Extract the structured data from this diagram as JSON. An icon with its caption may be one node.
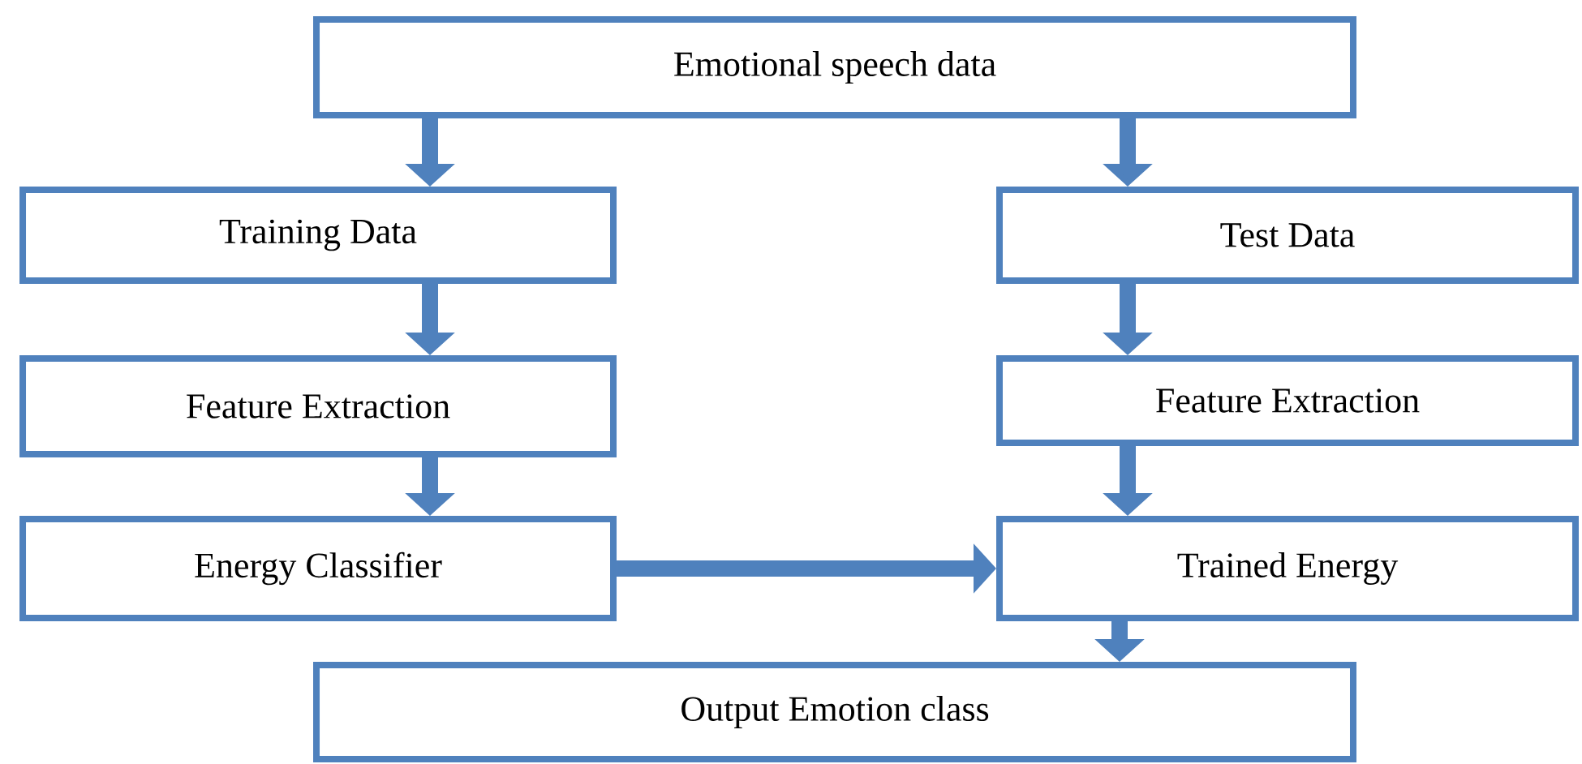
{
  "diagram": {
    "nodes": [
      {
        "text": [
          "Emotional speech data"
        ]
      },
      {
        "text": [
          "Training Data"
        ]
      },
      {
        "text": [
          "Test Data"
        ]
      },
      {
        "text": [
          "Feature Extraction"
        ]
      },
      {
        "text": [
          "Feature Extraction"
        ]
      },
      {
        "text": [
          "Energy Classifier"
        ]
      },
      {
        "text": [
          "Trained Energy"
        ]
      },
      {
        "text": [
          "Output Emotion class"
        ]
      }
    ],
    "edges": [
      {
        "from": 0,
        "to": 1,
        "arrow": "to"
      },
      {
        "from": 0,
        "to": 2,
        "arrow": "to"
      },
      {
        "from": 1,
        "to": 3,
        "arrow": "to"
      },
      {
        "from": 2,
        "to": 4,
        "arrow": "to"
      },
      {
        "from": 3,
        "to": 5,
        "arrow": "to"
      },
      {
        "from": 4,
        "to": 6,
        "arrow": "to"
      },
      {
        "from": 5,
        "to": 6,
        "arrow": "to"
      },
      {
        "from": 6,
        "to": 7,
        "arrow": "to"
      }
    ]
  }
}
